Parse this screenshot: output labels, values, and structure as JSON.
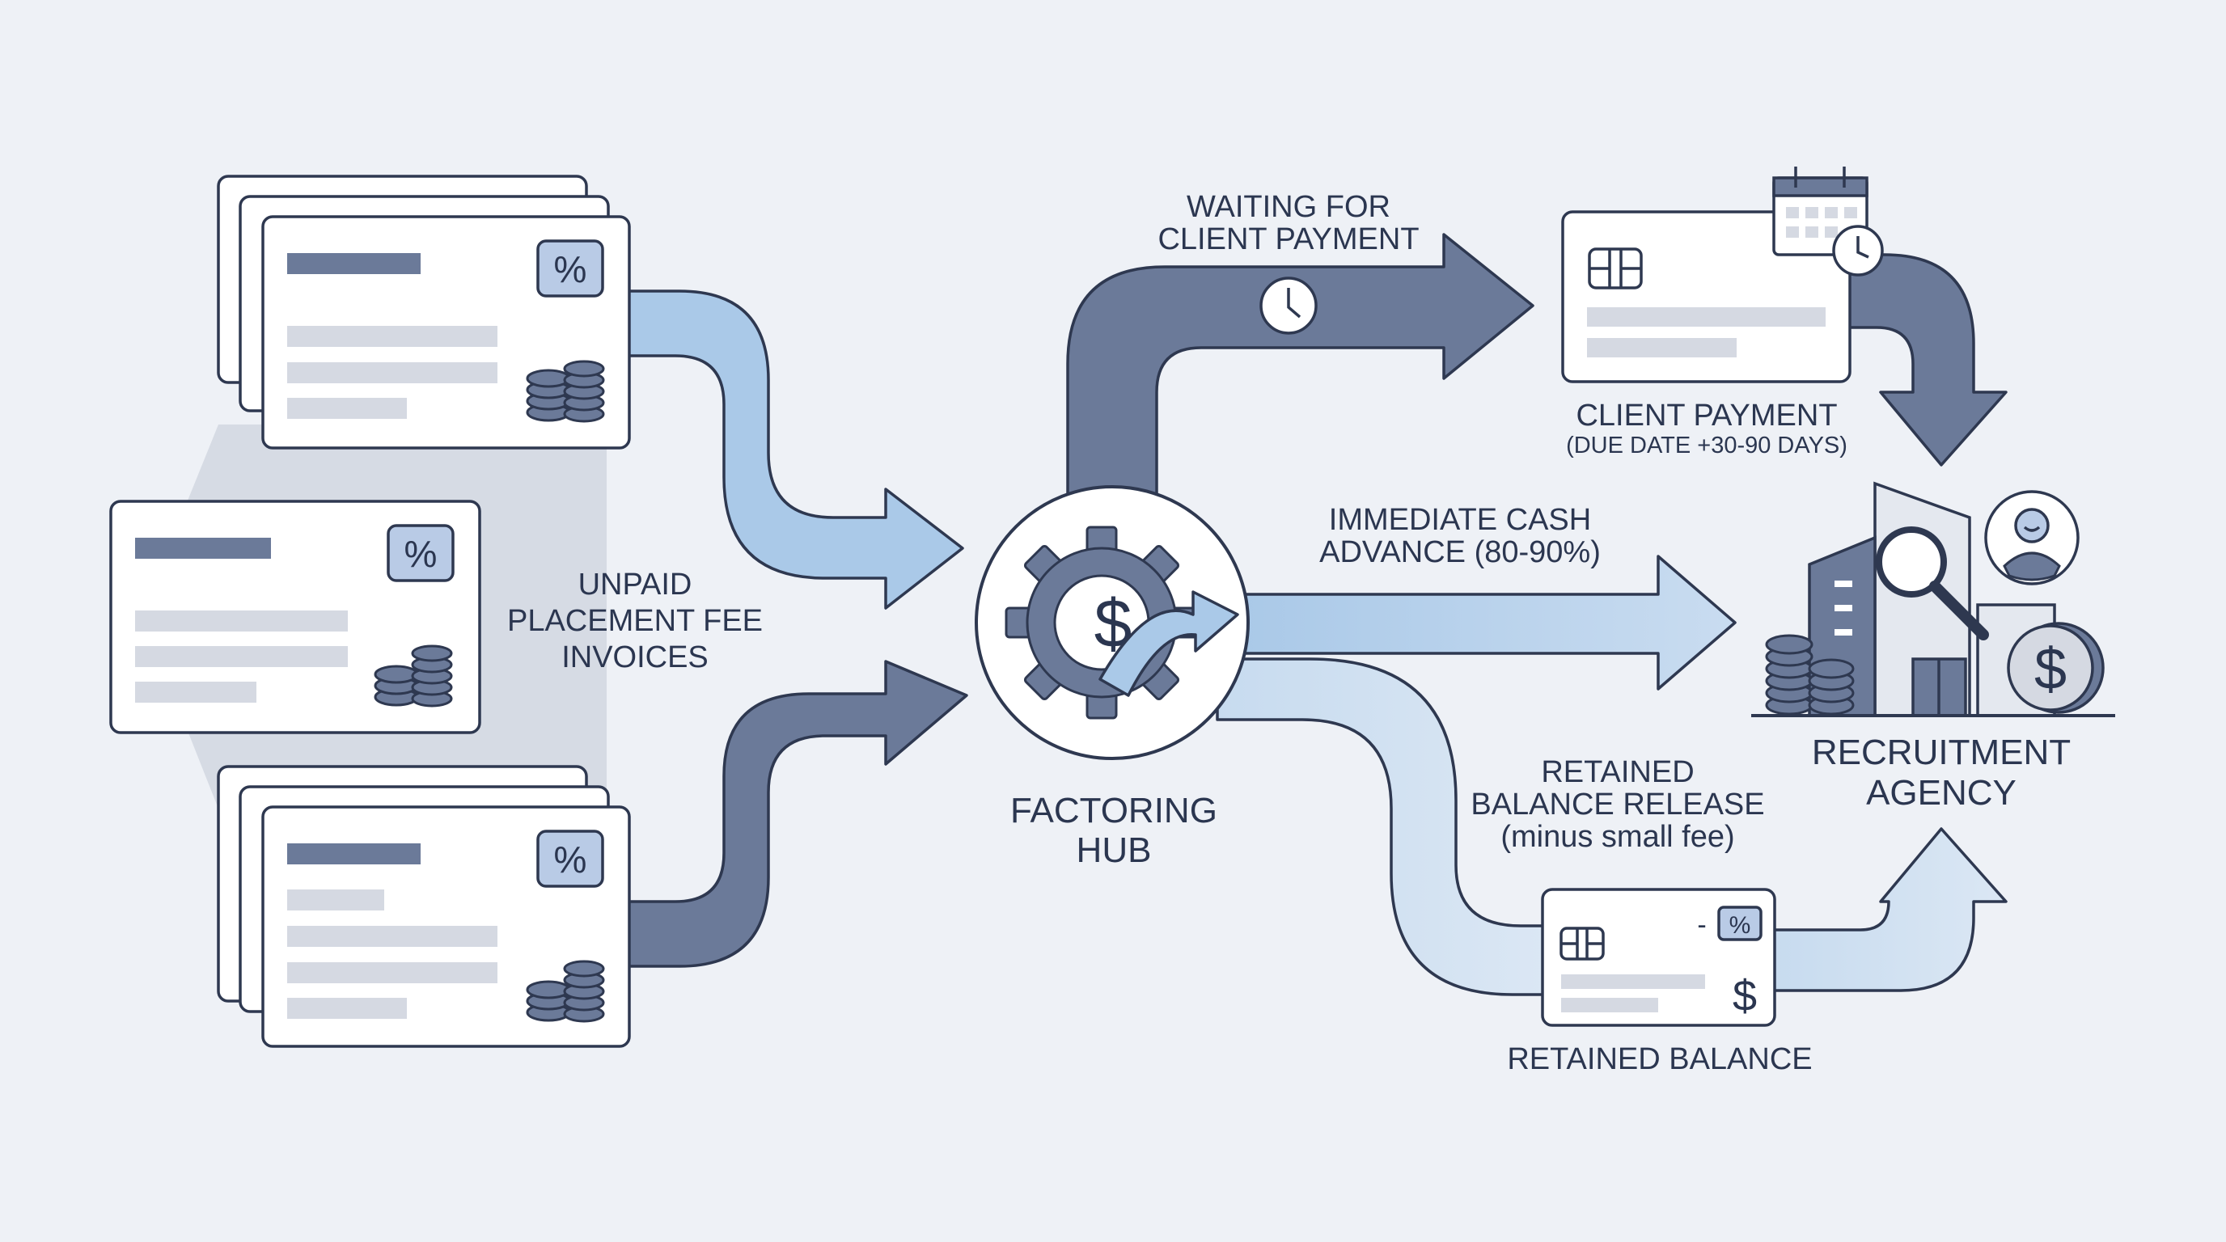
{
  "labels": {
    "unpaid_invoices": [
      "UNPAID",
      "PLACEMENT FEE",
      "INVOICES"
    ],
    "factoring_hub": [
      "FACTORING",
      "HUB"
    ],
    "waiting": [
      "WAITING FOR",
      "CLIENT PAYMENT"
    ],
    "client_payment": "CLIENT PAYMENT",
    "client_payment_terms": "(DUE DATE +30-90 DAYS)",
    "cash_advance": [
      "IMMEDIATE CASH",
      "ADVANCE (80-90%)"
    ],
    "retained_release": [
      "RETAINED",
      "BALANCE RELEASE",
      "(minus small fee)"
    ],
    "retained_balance": "RETAINED BALANCE",
    "agency": [
      "RECRUITMENT",
      "AGENCY"
    ]
  },
  "glyphs": {
    "percent": "%",
    "dollar": "$",
    "minus_percent": "- %"
  },
  "icons": [
    "percent-icon",
    "coin-stack-icon",
    "gear-icon",
    "dollar-icon",
    "clock-icon",
    "calendar-icon",
    "chip-icon",
    "magnifier-icon",
    "person-icon",
    "building-icon"
  ],
  "colors": {
    "dark_flow": "#6b7a99",
    "light_flow": "#aac9e8",
    "pale_flow": "#d3e2f2",
    "ink": "#2e3850",
    "background": "#eef1f6"
  }
}
